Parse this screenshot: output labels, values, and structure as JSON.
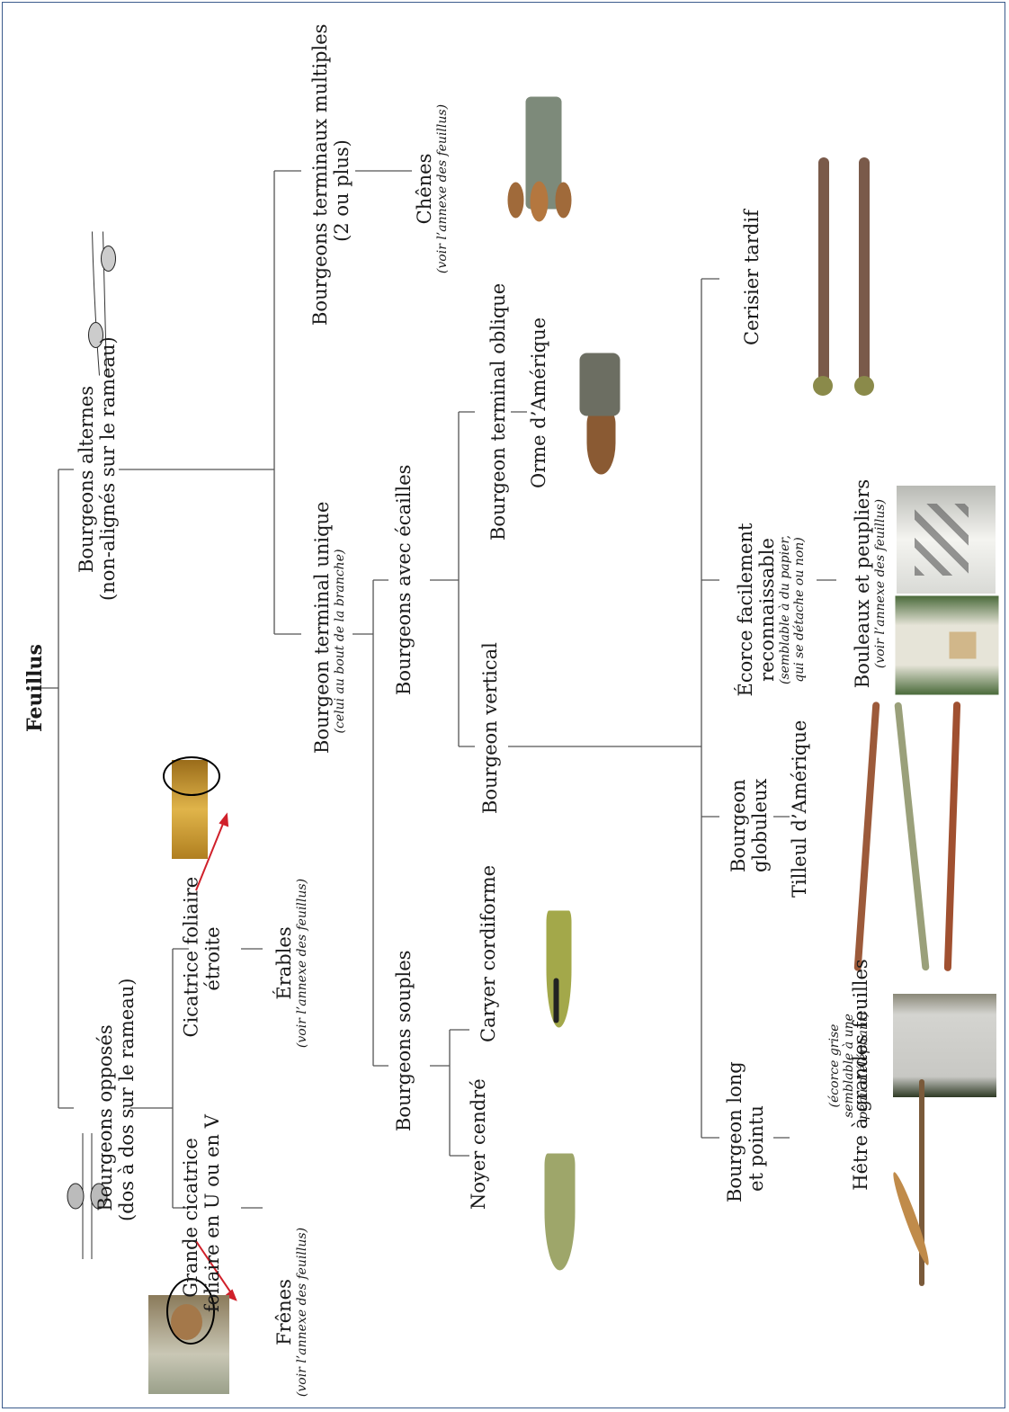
{
  "root": "Feuillus",
  "opposite": {
    "line1": "Bourgeons opposés",
    "line2": "(dos à dos sur le rameau)"
  },
  "alternate": {
    "line1": "Bourgeons alternes",
    "line2": "(non-alignés sur le rameau)"
  },
  "scar_large": {
    "line1": "Grande cicatrice",
    "line2": "foliaire en U ou en V"
  },
  "scar_narrow": {
    "line1": "Cicatrice foliaire",
    "line2": "étroite"
  },
  "frenes": {
    "name": "Frênes",
    "note": "(voir l’annexe des feuillus)"
  },
  "erables": {
    "name": "Érables",
    "note": "(voir l’annexe des feuillus)"
  },
  "single_terminal": {
    "line1": "Bourgeon terminal unique",
    "note": "(celui au bout de la branche)"
  },
  "multi_terminal": {
    "line1": "Bourgeons terminaux multiples",
    "line2": "(2 ou plus)"
  },
  "chenes": {
    "name": "Chênes",
    "note": "(voir l’annexe des feuillus)"
  },
  "scaly": "Bourgeons avec écailles",
  "soft": "Bourgeons souples",
  "noyer": "Noyer cendré",
  "caryer": "Caryer cordiforme",
  "oblique": "Bourgeon terminal oblique",
  "orme": "Orme d’Amérique",
  "vertical": "Bourgeon vertical",
  "long_pointed": {
    "line1": "Bourgeon long",
    "line2": "et pointu"
  },
  "hetre": {
    "name": "Hêtre à grandes feuilles",
    "note1": "(écorce grise",
    "note2": "semblable à une",
    "note3": "peau d’éléphant)"
  },
  "globular": {
    "line1": "Bourgeon",
    "line2": "globuleux"
  },
  "tilleul": "Tilleul d’Amérique",
  "bark": {
    "line1": "Écorce facilement",
    "line2": "reconnaissable",
    "note1": "(semblable à du papier,",
    "note2": "qui se détache ou non)"
  },
  "bouleaux": {
    "name": "Bouleaux et peupliers",
    "note": "(voir l’annexe des feuillus)"
  },
  "cerisier": "Cerisier tardif",
  "colors": {
    "line": "#555555",
    "frame": "#3b5b8c",
    "arrow": "#d0202a"
  }
}
